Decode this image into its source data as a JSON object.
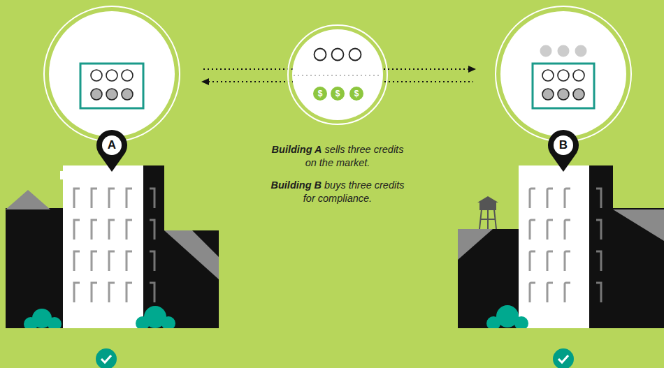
{
  "diagram": {
    "nodes": [
      {
        "text": [
          "$"
        ]
      },
      {
        "text": [
          "$"
        ]
      },
      {
        "text": [
          "$"
        ]
      },
      {
        "text": [
          "A"
        ]
      },
      {
        "text": [
          "B"
        ]
      }
    ],
    "labels": [
      "Building A",
      "sells three credits on the market.",
      "Building B",
      "buys three credits for compliance."
    ]
  }
}
